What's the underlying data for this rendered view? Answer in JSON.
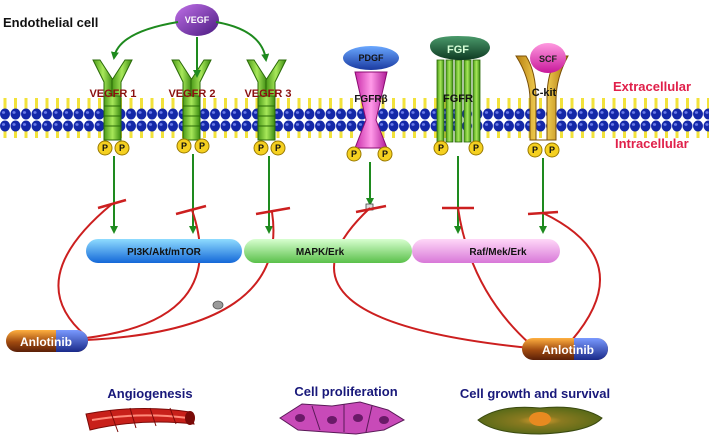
{
  "title": "Endothelial cell",
  "zones": {
    "extracellular": "Extracellular",
    "intracellular": "Intracellular"
  },
  "ligands": {
    "vegf": "VEGF",
    "pdgf": "PDGF",
    "fgf": "FGF",
    "scf": "SCF"
  },
  "receptors": {
    "vegfr1": "VEGFR 1",
    "vegfr2": "VEGFR 2",
    "vegfr3": "VEGFR 3",
    "fgfrb": "FGFRβ",
    "fgfr": "FGFR",
    "ckit": "C-kit"
  },
  "phospho": "P",
  "pathways": {
    "pi3k": "PI3K/Akt/mTOR",
    "mapk": "MAPK/Erk",
    "raf": "Raf/Mek/Erk"
  },
  "drug": "Anlotinib",
  "outcomes": {
    "angiogenesis": "Angiogenesis",
    "proliferation": "Cell proliferation",
    "growth": "Cell growth and survival"
  },
  "colors": {
    "arrow": "#1e8a1e",
    "inhibit": "#cc1f1f",
    "membrane_blue": "#1428a8",
    "membrane_yellow": "#f2e23a",
    "receptor_green": "#6fbf2a",
    "receptor_pink": "#e84fc4",
    "receptor_gold": "#e0b020",
    "label_red": "#e0204a",
    "label_darkred": "#8b1010",
    "label_navy": "#18187a"
  }
}
